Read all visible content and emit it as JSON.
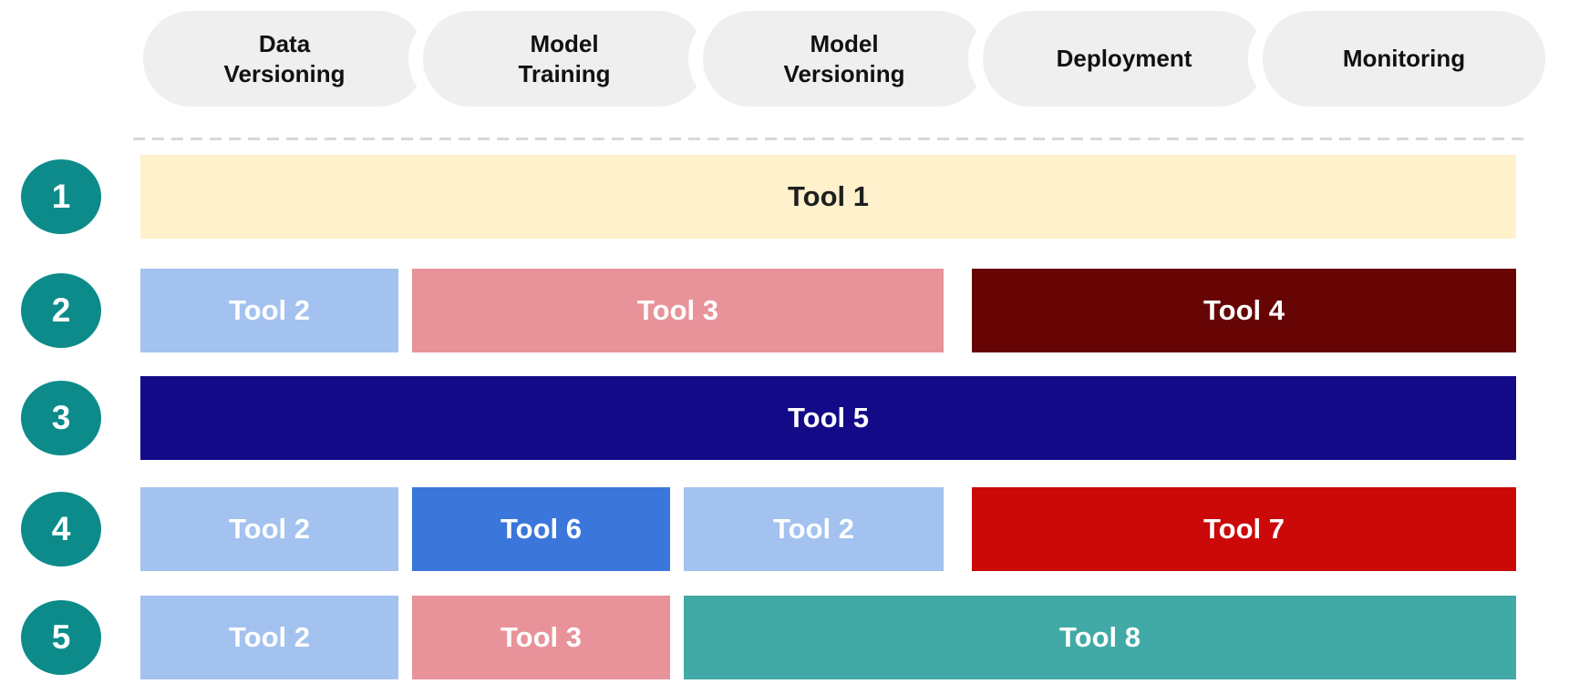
{
  "header": {
    "stages": [
      {
        "line1": "Data",
        "line2": "Versioning"
      },
      {
        "line1": "Model",
        "line2": "Training"
      },
      {
        "line1": "Model",
        "line2": "Versioning"
      },
      {
        "line1": "Deployment",
        "line2": ""
      },
      {
        "line1": "Monitoring",
        "line2": ""
      }
    ]
  },
  "colors": {
    "stage_pill": "#EFEFEF",
    "step_badge": "#0D8B8B",
    "tool1": "#FFF1CC",
    "tool2": "#A3C2EF",
    "tool3": "#E8929A",
    "tool4": "#670505",
    "tool5": "#120A87",
    "tool6": "#3B76DB",
    "tool7": "#CB0909",
    "tool8": "#41A9A6"
  },
  "rows": [
    {
      "num": "1",
      "bars": [
        {
          "label": "Tool 1",
          "tool": "tool1"
        }
      ]
    },
    {
      "num": "2",
      "bars": [
        {
          "label": "Tool 2",
          "tool": "tool2"
        },
        {
          "label": "Tool 3",
          "tool": "tool3"
        },
        {
          "label": "Tool 4",
          "tool": "tool4"
        }
      ]
    },
    {
      "num": "3",
      "bars": [
        {
          "label": "Tool 5",
          "tool": "tool5"
        }
      ]
    },
    {
      "num": "4",
      "bars": [
        {
          "label": "Tool 2",
          "tool": "tool2"
        },
        {
          "label": "Tool 6",
          "tool": "tool6"
        },
        {
          "label": "Tool 2",
          "tool": "tool2"
        },
        {
          "label": "Tool 7",
          "tool": "tool7"
        }
      ]
    },
    {
      "num": "5",
      "bars": [
        {
          "label": "Tool 2",
          "tool": "tool2"
        },
        {
          "label": "Tool 3",
          "tool": "tool3"
        },
        {
          "label": "Tool 8",
          "tool": "tool8"
        }
      ]
    }
  ]
}
